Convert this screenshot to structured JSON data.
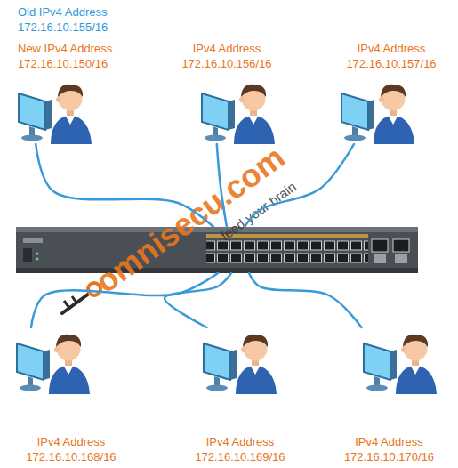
{
  "diagram": {
    "nodes": [
      {
        "text": [
          "Old IPv4 Address",
          "172.16.10.155/16",
          "New IPv4 Address",
          "172.16.10.150/16"
        ]
      },
      {
        "text": [
          "IPv4 Address",
          "172.16.10.156/16"
        ]
      },
      {
        "text": [
          "IPv4 Address",
          "172.16.10.157/16"
        ]
      },
      {
        "text": []
      },
      {
        "text": [
          "IPv4 Address",
          "172.16.10.168/16"
        ]
      },
      {
        "text": [
          "IPv4 Address",
          "172.16.10.169/16"
        ]
      },
      {
        "text": [
          "IPv4 Address",
          "172.16.10.170/16"
        ]
      }
    ],
    "edges": [
      {
        "from": 0,
        "to": 3,
        "arrow": "none"
      },
      {
        "from": 1,
        "to": 3,
        "arrow": "none"
      },
      {
        "from": 2,
        "to": 3,
        "arrow": "none"
      },
      {
        "from": 4,
        "to": 3,
        "arrow": "none"
      },
      {
        "from": 5,
        "to": 3,
        "arrow": "none"
      },
      {
        "from": 6,
        "to": 3,
        "arrow": "none"
      }
    ],
    "labels": [
      "omnisecu.com",
      "feed your brain"
    ]
  }
}
